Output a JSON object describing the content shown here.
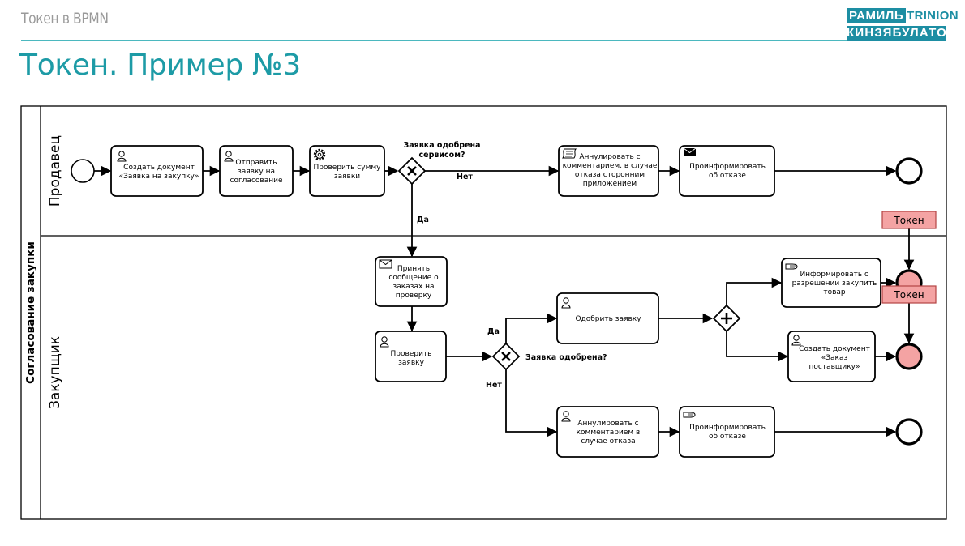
{
  "header": {
    "subtitle": "Токен в BPMN",
    "logo_line1_box": "РАМИЛЬ",
    "logo_line1_rest": "TRINION",
    "logo_line2": "КИНЗЯБУЛАТОВ"
  },
  "title": "Токен. Пример №3",
  "colors": {
    "accent": "#1d9ba6",
    "token_fill": "#f4a3a3",
    "token_stroke": "#b34444"
  },
  "pool": {
    "label": "Согласование закупки"
  },
  "lanes": [
    {
      "id": "seller",
      "label": "Продавец"
    },
    {
      "id": "buyer",
      "label": "Закупщик"
    }
  ],
  "tasks": [
    {
      "id": "t1",
      "lines": [
        "Создать документ",
        "«Заявка на закупку»"
      ],
      "icon": "user-icon"
    },
    {
      "id": "t2",
      "lines": [
        "Отправить",
        "заявку на",
        "согласование"
      ],
      "icon": "user-icon"
    },
    {
      "id": "t3",
      "lines": [
        "Проверить сумму",
        "заявки"
      ],
      "icon": "gear-icon"
    },
    {
      "id": "t4",
      "lines": [
        "Аннулировать с",
        "комментарием, в случае",
        "отказа  сторонним",
        "приложением"
      ],
      "icon": "script-icon"
    },
    {
      "id": "t5",
      "lines": [
        "Проинформировать",
        "об отказе"
      ],
      "icon": "envelope-filled-icon"
    },
    {
      "id": "t6",
      "lines": [
        "Принять",
        "сообщение о",
        "заказах на",
        "проверку"
      ],
      "icon": "envelope-icon"
    },
    {
      "id": "t7",
      "lines": [
        "Проверить",
        "заявку"
      ],
      "icon": "user-icon"
    },
    {
      "id": "t8",
      "lines": [
        "Одобрить заявку"
      ],
      "icon": "user-icon"
    },
    {
      "id": "t9",
      "lines": [
        "Информировать о",
        "разрешении закупить",
        "товар"
      ],
      "icon": "hand-icon"
    },
    {
      "id": "t10",
      "lines": [
        "Создать документ",
        "«Заказ",
        "поставщику»"
      ],
      "icon": "user-icon"
    },
    {
      "id": "t11",
      "lines": [
        "Аннулировать с",
        "комментарием в",
        "случае отказа"
      ],
      "icon": "user-icon"
    },
    {
      "id": "t12",
      "lines": [
        "Проинформировать",
        "об отказе"
      ],
      "icon": "hand-icon"
    }
  ],
  "gateways": [
    {
      "id": "g1",
      "type": "exclusive",
      "label_lines": [
        "Заявка одобрена",
        "сервисом?"
      ]
    },
    {
      "id": "g2",
      "type": "exclusive",
      "label_lines": [
        "Заявка одобрена?"
      ]
    },
    {
      "id": "g3",
      "type": "parallel",
      "label_lines": []
    }
  ],
  "flow_labels": {
    "g1_no": "Нет",
    "g1_yes": "Да",
    "g2_yes": "Да",
    "g2_no": "Нет"
  },
  "tokens": [
    {
      "id": "token1",
      "label": "Токен"
    },
    {
      "id": "token2",
      "label": "Токен"
    }
  ]
}
